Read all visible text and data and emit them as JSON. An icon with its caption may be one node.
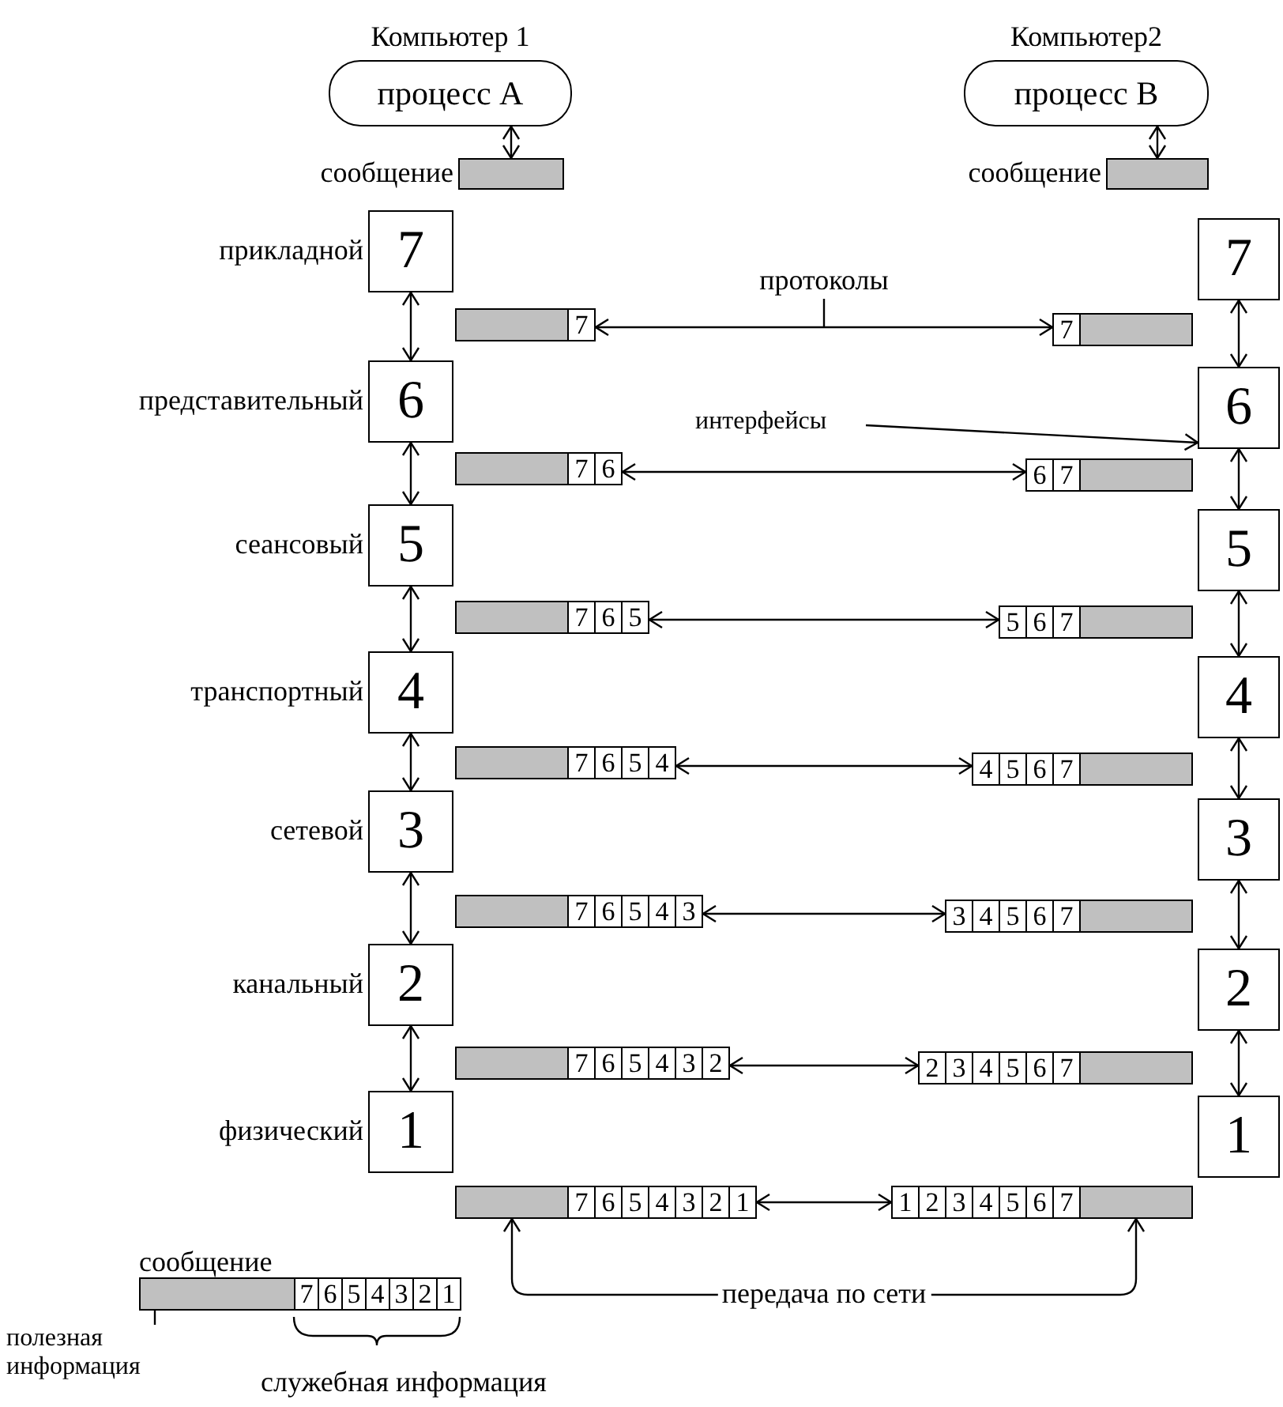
{
  "diagram": {
    "nodes": [
      {
        "text": [
          "Компьютер 1",
          "процесс А"
        ]
      },
      {
        "text": [
          "Компьютер2",
          "процесс В"
        ]
      },
      {
        "text": [],
        "shape": "bar",
        "beside": [
          "сообщение"
        ]
      },
      {
        "text": [],
        "shape": "bar",
        "beside": [
          "сообщение"
        ]
      },
      {
        "text": [
          "7"
        ],
        "beside": [
          "прикладной"
        ]
      },
      {
        "text": [
          "7"
        ]
      },
      {
        "text": [
          "7"
        ]
      },
      {
        "text": [
          "7"
        ]
      },
      {
        "text": [
          "6"
        ],
        "beside": [
          "представительный"
        ]
      },
      {
        "text": [
          "6"
        ]
      },
      {
        "text": [
          "интерфейсы"
        ]
      },
      {
        "text": [
          "7",
          "6"
        ]
      },
      {
        "text": [
          "6",
          "7"
        ]
      },
      {
        "text": [
          "5"
        ],
        "beside": [
          "сеансовый"
        ]
      },
      {
        "text": [
          "5"
        ]
      },
      {
        "text": [
          "7",
          "6",
          "5"
        ]
      },
      {
        "text": [
          "5",
          "6",
          "7"
        ]
      },
      {
        "text": [
          "4"
        ],
        "beside": [
          "транспортный"
        ]
      },
      {
        "text": [
          "4"
        ]
      },
      {
        "text": [
          "7",
          "6",
          "5",
          "4"
        ]
      },
      {
        "text": [
          "4",
          "5",
          "6",
          "7"
        ]
      },
      {
        "text": [
          "3"
        ],
        "beside": [
          "сетевой"
        ]
      },
      {
        "text": [
          "3"
        ]
      },
      {
        "text": [
          "7",
          "6",
          "5",
          "4",
          "3"
        ]
      },
      {
        "text": [
          "3",
          "4",
          "5",
          "6",
          "7"
        ]
      },
      {
        "text": [
          "2"
        ],
        "beside": [
          "канальный"
        ]
      },
      {
        "text": [
          "2"
        ]
      },
      {
        "text": [
          "7",
          "6",
          "5",
          "4",
          "3",
          "2"
        ]
      },
      {
        "text": [
          "2",
          "3",
          "4",
          "5",
          "6",
          "7"
        ]
      },
      {
        "text": [
          "1"
        ],
        "beside": [
          "физический"
        ]
      },
      {
        "text": [
          "1"
        ]
      },
      {
        "text": [
          "7",
          "6",
          "5",
          "4",
          "3",
          "2",
          "1"
        ]
      },
      {
        "text": [
          "1",
          "2",
          "3",
          "4",
          "5",
          "6",
          "7"
        ]
      },
      {
        "text": [
          "7",
          "6",
          "5",
          "4",
          "3",
          "2",
          "1"
        ],
        "beside": [
          "сообщение"
        ]
      },
      {
        "text": [
          "полезная информация"
        ]
      }
    ],
    "edges": [
      {
        "from": 0,
        "to": 2,
        "arrow": "both"
      },
      {
        "from": 1,
        "to": 3,
        "arrow": "both"
      },
      {
        "from": 4,
        "to": 8,
        "arrow": "both"
      },
      {
        "from": 8,
        "to": 13,
        "arrow": "both"
      },
      {
        "from": 13,
        "to": 17,
        "arrow": "both"
      },
      {
        "from": 17,
        "to": 21,
        "arrow": "both"
      },
      {
        "from": 21,
        "to": 25,
        "arrow": "both"
      },
      {
        "from": 25,
        "to": 29,
        "arrow": "both"
      },
      {
        "from": 5,
        "to": 9,
        "arrow": "both"
      },
      {
        "from": 9,
        "to": 14,
        "arrow": "both"
      },
      {
        "from": 14,
        "to": 18,
        "arrow": "both"
      },
      {
        "from": 18,
        "to": 22,
        "arrow": "both"
      },
      {
        "from": 22,
        "to": 26,
        "arrow": "both"
      },
      {
        "from": 26,
        "to": 30,
        "arrow": "both"
      },
      {
        "from": 6,
        "to": 7,
        "arrow": "both",
        "label": "протоколы"
      },
      {
        "from": 11,
        "to": 12,
        "arrow": "both"
      },
      {
        "from": 15,
        "to": 16,
        "arrow": "both"
      },
      {
        "from": 19,
        "to": 20,
        "arrow": "both"
      },
      {
        "from": 23,
        "to": 24,
        "arrow": "both"
      },
      {
        "from": 27,
        "to": 28,
        "arrow": "both"
      },
      {
        "from": 31,
        "to": 32,
        "arrow": "both"
      },
      {
        "from": 10,
        "to": 9,
        "arrow": "to"
      },
      {
        "from": 31,
        "to": 32,
        "arrow": "both",
        "label": "передача по сети"
      },
      {
        "from": 34,
        "to": 33,
        "arrow": "none"
      }
    ],
    "labels": [
      "служебная информация"
    ]
  }
}
